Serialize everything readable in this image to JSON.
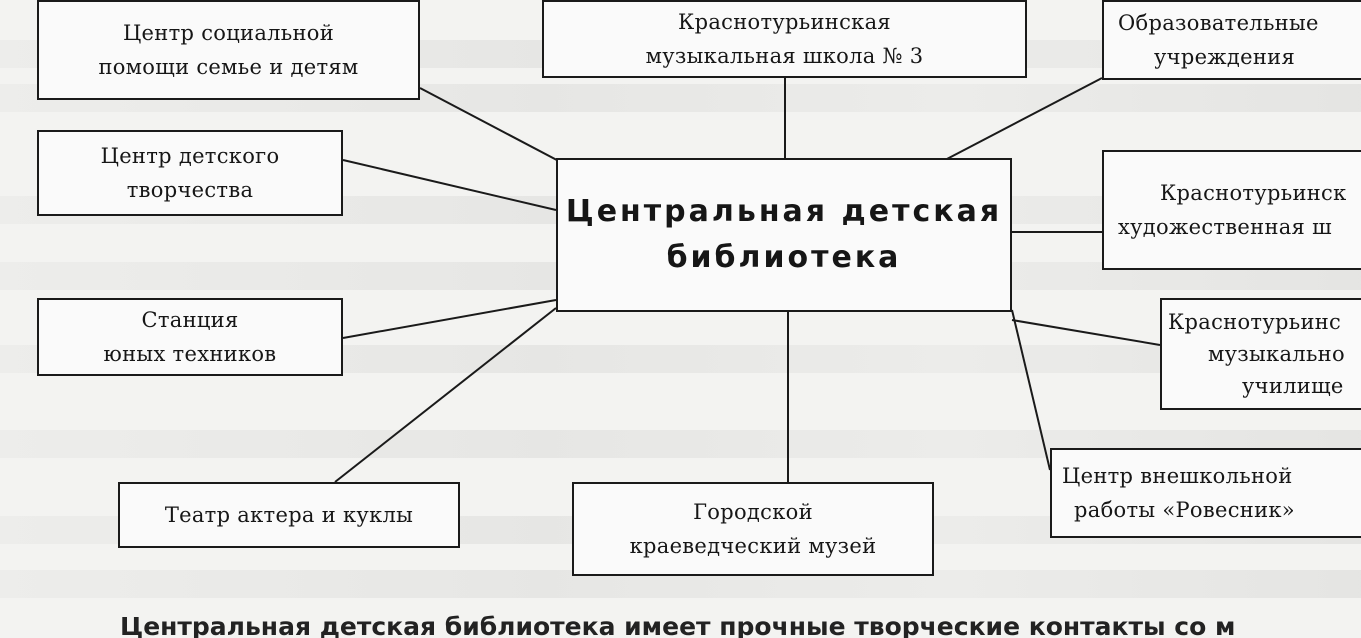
{
  "diagram": {
    "center": [
      "Центральная детская",
      "библиотека"
    ],
    "nodes": [
      {
        "id": "social-center",
        "lines": [
          "Центр социальной",
          "помощи семье и детям"
        ]
      },
      {
        "id": "music-school-3",
        "lines": [
          "Краснотурьинская",
          "музыкальная школа № 3"
        ]
      },
      {
        "id": "educational",
        "lines": [
          "Образовательные",
          "учреждения"
        ]
      },
      {
        "id": "children-creativity",
        "lines": [
          "Центр детского",
          "творчества"
        ]
      },
      {
        "id": "art-school",
        "lines": [
          "Краснотурьинск",
          "художественная ш"
        ]
      },
      {
        "id": "young-technicians",
        "lines": [
          "Станция",
          "юных техников"
        ]
      },
      {
        "id": "music-college",
        "lines": [
          "Краснотурьинс",
          "музыкально",
          "училище"
        ]
      },
      {
        "id": "theatre",
        "lines": [
          "Театр актера и куклы"
        ]
      },
      {
        "id": "museum",
        "lines": [
          "Городской",
          "краеведческий музей"
        ]
      },
      {
        "id": "extracurricular",
        "lines": [
          "Центр внешкольной",
          "работы «Ровесник»"
        ]
      }
    ]
  },
  "footer_text": "Центральная детская библиотека имеет прочные творческие контакты со м"
}
